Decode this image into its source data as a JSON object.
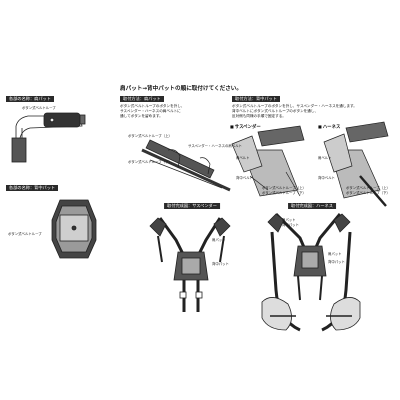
{
  "left": {
    "shoulder_pad_tag": "各部の名称：肩パット",
    "shoulder_pad_label": "ボタン式ベルトループ",
    "back_pad_tag": "各部の名称：背中パット",
    "back_pad_label": "ボタン式ベルトループ"
  },
  "main_title": "肩パット→背中パットの順に取付けてください。",
  "step1": {
    "tag": "取付方法：肩パット",
    "lines": [
      "ボタン式ベルトループのボタンを外し、",
      "サスペンダー・ハーネスの肩ベルトに",
      "通してボタンを留めます。"
    ],
    "label_loop_top": "ボタン式ベルトループ（上）",
    "label_suspender": "サスペンダー・ハーネスの肩ベルト",
    "label_loop_bottom": "ボタン式ベルトループ（下）"
  },
  "step2": {
    "tag": "取付方法：背中パット",
    "lines": [
      "ボタン式ベルトループのボタンを外し、サスペンダー・ハーネスを通します。",
      "背中ベルトにボタン式ベルトループのボタンを通し、",
      "反対側も同様の手順で固定する。"
    ],
    "suspender_head": "サスペンダー",
    "harness_head": "ハーネス",
    "labels_a": [
      "肩ベルト",
      "背中ベルト",
      "ボタン式ベルトループ（上）",
      "ボタン式ベルトループ（下）"
    ],
    "labels_b": [
      "肩ベルト",
      "背中ベルト",
      "ボタン式ベルトループ（上）",
      "ボタン式ベルトループ（下）"
    ]
  },
  "done_suspender": {
    "tag": "取付完成図：サスペンダー",
    "labels": [
      "肩パット",
      "背中パット"
    ]
  },
  "done_harness": {
    "tag": "取付完成図：ハーネス",
    "labels": [
      "肩パット",
      "背中パット",
      "肩パット",
      "背中パット"
    ]
  }
}
